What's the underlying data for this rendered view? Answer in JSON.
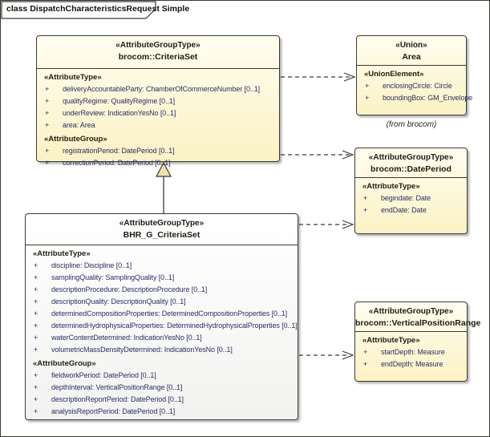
{
  "diagram_title": "class DispatchCharacteristicsRequest Simple",
  "colors": {
    "box_fill_top": "#fffdf0",
    "box_fill_bottom": "#fbf2c4",
    "plain_fill_top": "#ffffff",
    "plain_fill_bottom": "#f2f2f0",
    "border": "#3b3b33",
    "member_text": "#2b2f66",
    "label_text": "#1e1c14",
    "triangle_fill": "#efdfae"
  },
  "classes": {
    "criteria_set": {
      "stereotype": "«AttributeGroupType»",
      "name": "brocom::CriteriaSet",
      "sections": [
        {
          "label": "«AttributeType»",
          "members": [
            {
              "vis": "+",
              "text": "deliveryAccountableParty: ChamberOfCommerceNumber [0..1]"
            },
            {
              "vis": "+",
              "text": "qualityRegime: QualityRegime [0..1]"
            },
            {
              "vis": "+",
              "text": "underReview: IndicationYesNo [0..1]"
            },
            {
              "vis": "+",
              "text": "area: Area"
            }
          ]
        },
        {
          "label": "«AttributeGroup»",
          "members": [
            {
              "vis": "+",
              "text": "registrationPeriod: DatePeriod [0..1]"
            },
            {
              "vis": "+",
              "text": "correctionPeriod: DatePeriod [0..1]"
            }
          ]
        }
      ]
    },
    "area": {
      "stereotype": "«Union»",
      "name": "Area",
      "note": "(from brocom)",
      "sections": [
        {
          "label": "«UnionElement»",
          "members": [
            {
              "vis": "+",
              "text": "enclosingCircle: Circle"
            },
            {
              "vis": "+",
              "text": "boundingBox: GM_Envelope"
            }
          ]
        }
      ]
    },
    "date_period": {
      "stereotype": "«AttributeGroupType»",
      "name": "brocom::DatePeriod",
      "sections": [
        {
          "label": "«AttributeType»",
          "members": [
            {
              "vis": "+",
              "text": "begindate: Date"
            },
            {
              "vis": "+",
              "text": "endDate: Date"
            }
          ]
        }
      ]
    },
    "bhr_g_criteria_set": {
      "stereotype": "«AttributeGroupType»",
      "name": "BHR_G_CriteriaSet",
      "sections": [
        {
          "label": "«AttributeType»",
          "members": [
            {
              "vis": "+",
              "text": "discipline: Discipline [0..1]"
            },
            {
              "vis": "+",
              "text": "samplingQuality: SamplingQuality [0..1]"
            },
            {
              "vis": "+",
              "text": "descriptionProcedure: DescriptionProcedure [0..1]"
            },
            {
              "vis": "+",
              "text": "descriptionQuality: DescriptionQuality [0..1]"
            },
            {
              "vis": "+",
              "text": "determinedCompositionProperties: DeterminedCompositionProperties [0..1]"
            },
            {
              "vis": "+",
              "text": "determinedHydrophysicalProperties: DeterminedHydrophysicalProperties [0..1]"
            },
            {
              "vis": "+",
              "text": "waterContentDetermined: IndicationYesNo [0..1]"
            },
            {
              "vis": "+",
              "text": "volumetricMassDensityDetermined: IndicationYesNo [0..1]"
            }
          ]
        },
        {
          "label": "«AttributeGroup»",
          "members": [
            {
              "vis": "+",
              "text": "fieldworkPeriod: DatePeriod [0..1]"
            },
            {
              "vis": "+",
              "text": "depthInterval: VerticalPositionRange [0..1]"
            },
            {
              "vis": "+",
              "text": "descriptionReportPeriod: DatePeriod [0..1]"
            },
            {
              "vis": "+",
              "text": "analysisReportPeriod: DatePeriod [0..1]"
            }
          ]
        }
      ]
    },
    "vertical_position_range": {
      "stereotype": "«AttributeGroupType»",
      "name": "brocom::VerticalPositionRange",
      "sections": [
        {
          "label": "«AttributeType»",
          "members": [
            {
              "vis": "+",
              "text": "startDepth: Measure"
            },
            {
              "vis": "+",
              "text": "endDepth: Measure"
            }
          ]
        }
      ]
    }
  },
  "relations": [
    {
      "type": "dependency",
      "from": "brocom::CriteriaSet",
      "to": "Area"
    },
    {
      "type": "dependency",
      "from": "brocom::CriteriaSet",
      "to": "brocom::DatePeriod"
    },
    {
      "type": "generalization",
      "from": "BHR_G_CriteriaSet",
      "to": "brocom::CriteriaSet"
    },
    {
      "type": "dependency",
      "from": "BHR_G_CriteriaSet",
      "to": "brocom::DatePeriod"
    },
    {
      "type": "dependency",
      "from": "BHR_G_CriteriaSet",
      "to": "brocom::VerticalPositionRange"
    }
  ]
}
